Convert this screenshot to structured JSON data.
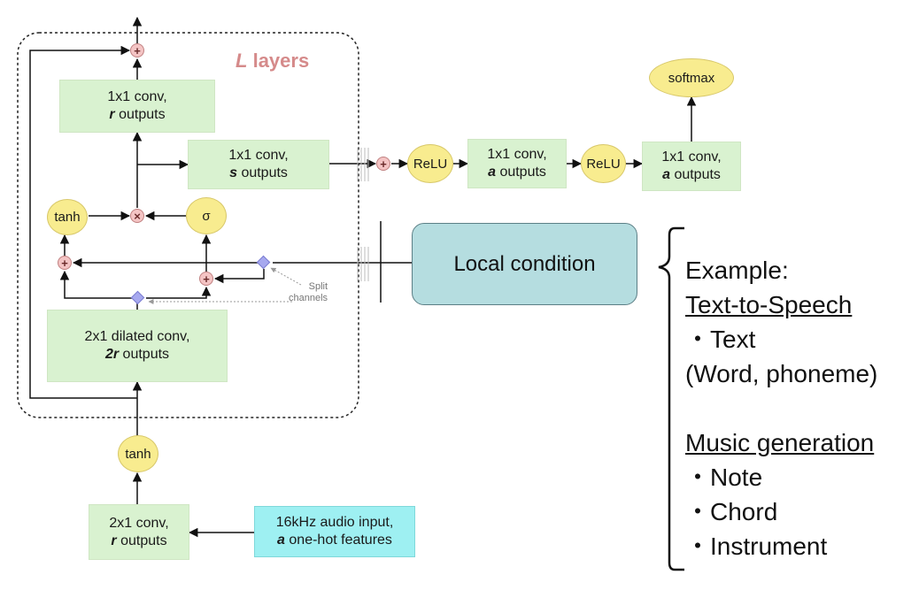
{
  "layers_label": {
    "var": "L",
    "text": "layers"
  },
  "blocks": {
    "conv_r_top": {
      "line1": "1x1 conv,",
      "var": "r",
      "rest": "outputs"
    },
    "conv_s": {
      "line1": "1x1 conv,",
      "var": "s",
      "rest": "outputs"
    },
    "dilated": {
      "line1": "2x1 dilated conv,",
      "var": "2r",
      "rest": "outputs"
    },
    "conv_r_bottom": {
      "line1": "2x1 conv,",
      "var": "r",
      "rest": "outputs"
    },
    "audio_input": {
      "line1": "16kHz audio input,",
      "var": "a",
      "rest": "one-hot features"
    },
    "conv_a_1": {
      "line1": "1x1 conv,",
      "var": "a",
      "rest": "outputs"
    },
    "conv_a_2": {
      "line1": "1x1 conv,",
      "var": "a",
      "rest": "outputs"
    },
    "local_condition": "Local condition"
  },
  "nodes": {
    "tanh_inner": "tanh",
    "sigma": "σ",
    "tanh_bottom": "tanh",
    "relu_1": "ReLU",
    "relu_2": "ReLU",
    "softmax": "softmax",
    "plus": "+",
    "times": "×"
  },
  "split_note": [
    "Split",
    "channels"
  ],
  "examples": {
    "heading": "Example:",
    "tts_title": "Text-to-Speech",
    "tts_items": [
      "・Text",
      "(Word, phoneme)"
    ],
    "music_title": "Music generation",
    "music_items": [
      "・Note",
      "・Chord",
      "・Instrument"
    ]
  }
}
